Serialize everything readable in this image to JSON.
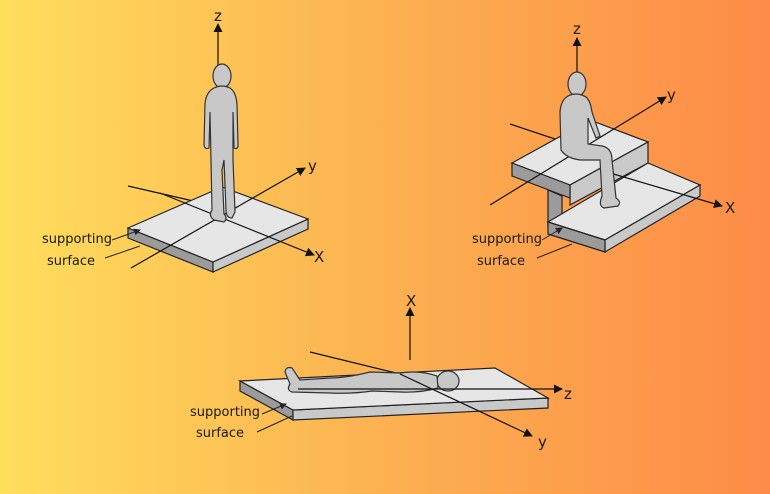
{
  "standing": {
    "axis_z": "z",
    "axis_y": "y",
    "axis_x": "X",
    "label_line1": "supporting",
    "label_line2": "surface"
  },
  "sitting": {
    "axis_z": "z",
    "axis_y": "y",
    "axis_x": "X",
    "label_line1": "supporting",
    "label_line2": "surface"
  },
  "lying": {
    "axis_x": "X",
    "axis_z": "z",
    "axis_y": "y",
    "label_line1": "supporting",
    "label_line2": "surface"
  },
  "colors": {
    "bg_left": "#ffde5c",
    "bg_right": "#fd8b47",
    "surface": "#e6e6e6",
    "figure": "#c8c8c8"
  }
}
